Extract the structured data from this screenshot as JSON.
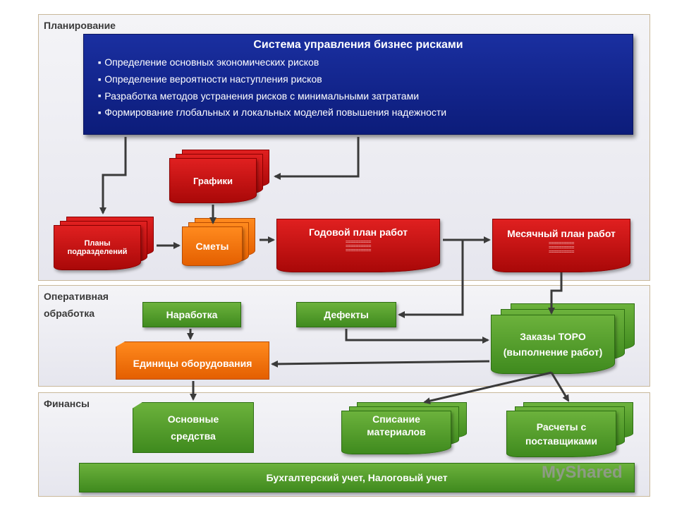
{
  "sections": {
    "planning": "Планирование",
    "operative": "Оперативная обработка",
    "operative_line1": "Оперативная",
    "operative_line2": "обработка",
    "finance": "Финансы"
  },
  "main_box": {
    "title": "Система управления бизнес рисками",
    "items": [
      "Определение основных экономических рисков",
      "Определение вероятности наступления рисков",
      "Разработка методов устранения рисков с минимальными затратами",
      "Формирование глобальных и локальных моделей повышения надежности"
    ]
  },
  "nodes": {
    "graphs": "Графики",
    "dept_plans": "Планы подразделений",
    "estimates": "Сметы",
    "annual_plan": "Годовой план работ",
    "monthly_plan": "Месячный план работ",
    "runtime": "Наработка",
    "defects": "Дефекты",
    "equipment_units": "Единицы оборудования",
    "toro_orders": "Заказы ТОРО (выполнение работ)",
    "fixed_assets": "Основные средства",
    "materials_writeoff": "Списание материалов",
    "supplier_payments": "Расчеты с поставщиками",
    "accounting": "Бухгалтерский учет, Налоговый учет"
  },
  "watermark": "MyShared",
  "colors": {
    "red": "#c01010",
    "green": "#52a02c",
    "orange": "#f57a10",
    "blue": "#12258c",
    "arrow": "#3a3a3a"
  }
}
